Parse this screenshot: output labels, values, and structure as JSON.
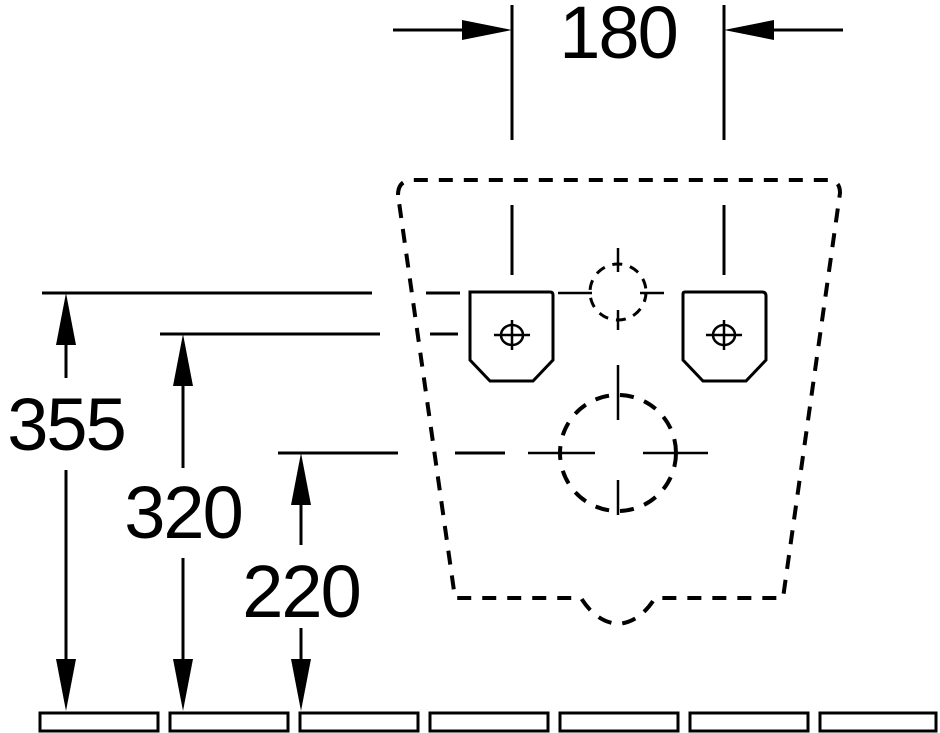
{
  "dimensions": {
    "width_between_centers": "180",
    "height_upper": "355",
    "height_middle": "320",
    "height_lower": "220"
  }
}
